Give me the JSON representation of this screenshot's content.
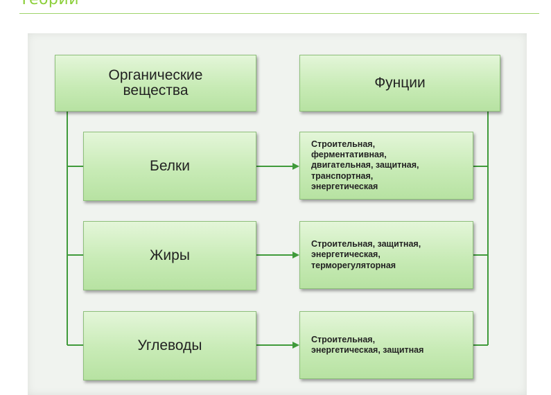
{
  "page": {
    "header_text": "Теории"
  },
  "diagram": {
    "left_header": "Органические\nвещества",
    "right_header": "Фунции",
    "rows": [
      {
        "substance": "Белки",
        "functions": "Строительная,\nферментативная,\nдвигательная, защитная,\nтранспортная,\nэнергетическая"
      },
      {
        "substance": "Жиры",
        "functions": "Строительная, защитная,\nэнергетическая,\nтерморегуляторная"
      },
      {
        "substance": "Углеводы",
        "functions": "Строительная,\nэнергетическая, защитная"
      }
    ],
    "colors": {
      "box_fill": "#c8ebb6",
      "connector": "#3f9a3a",
      "accent": "#8ccf3a"
    }
  }
}
